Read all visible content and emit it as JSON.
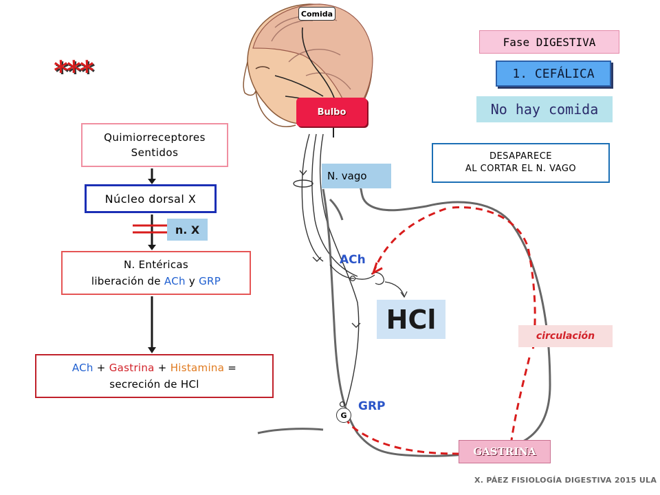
{
  "phase": {
    "title": "Fase DIGESTIVA",
    "subtitle": "1. CEFÁLICA",
    "condition": "No hay comida",
    "note_line1": "DESAPARECE",
    "note_line2": "AL CORTAR EL N. VAGO"
  },
  "stars": "***",
  "head": {
    "food_label": "Comida",
    "bulb_label": "Bulbo"
  },
  "flow": {
    "step1_line1": "Quimiorreceptores",
    "step1_line2": "Sentidos",
    "step2": "Núcleo dorsal X",
    "nerve": "n. X",
    "step3_line1": "N. Entéricas",
    "step3_line2_prefix": "liberación de ",
    "step3_ach": "ACh",
    "step3_and": " y ",
    "step3_grp": "GRP",
    "formula_ach": "ACh",
    "formula_plus1": " + ",
    "formula_gastrina": "Gastrina",
    "formula_plus2": " + ",
    "formula_histamina": "Histamina",
    "formula_eq": " =",
    "formula_line2": "secreción de HCl"
  },
  "stomach": {
    "vagus_label": "N. vago",
    "ach_label": "ACh",
    "grp_label": "GRP",
    "hcl_label": "HCl",
    "circulation_label": "circulación",
    "gastrin_label": "GASTRINA",
    "g_cell_label": "G"
  },
  "footer": "X. PÁEZ   FISIOLOGÍA DIGESTIVA 2015   ULA",
  "colors": {
    "pink_box": "#f9c8dc",
    "blue_box": "#5aa9f2",
    "light_blue": "#a7cfea",
    "bulb_red": "#ec1c46",
    "dashed_red": "#d81c1c",
    "ach_blue": "#1f5fd0",
    "gastrin_red": "#d2232a",
    "histamine_orange": "#e07a1f"
  }
}
